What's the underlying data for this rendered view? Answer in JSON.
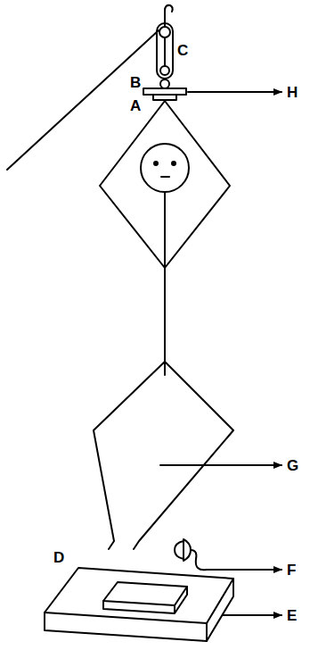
{
  "diagram": {
    "labels": [
      "C",
      "B",
      "A",
      "H",
      "G",
      "F",
      "D",
      "E"
    ]
  }
}
